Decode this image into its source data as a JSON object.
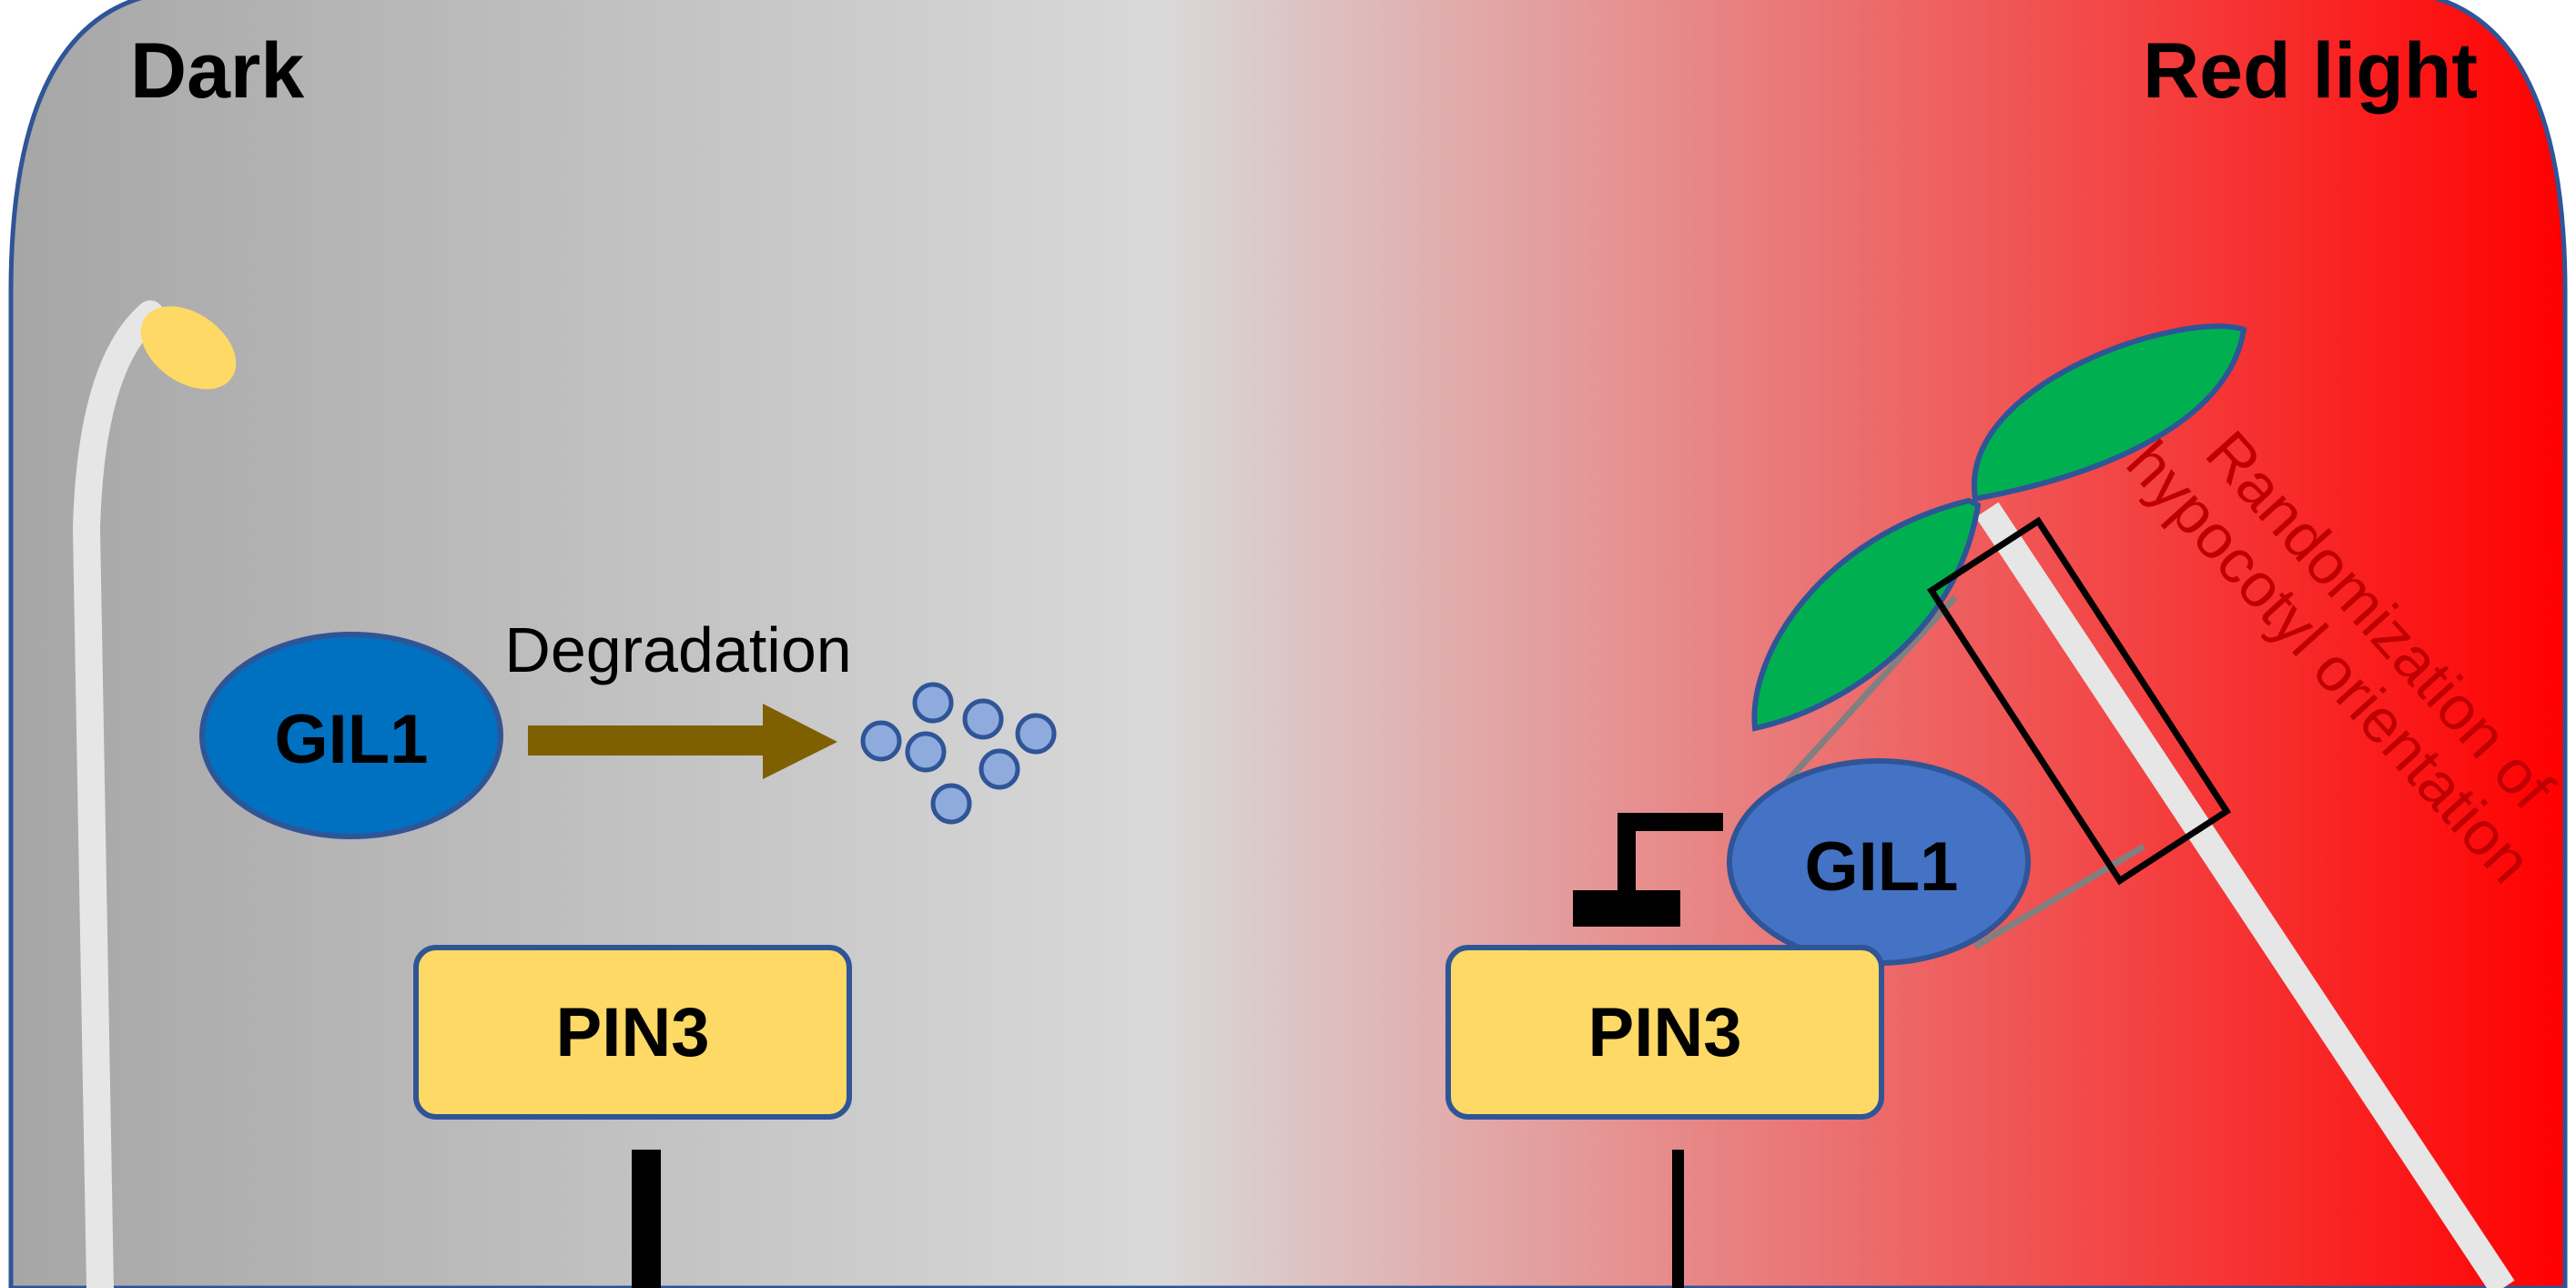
{
  "panels": {
    "dark": {
      "title": "Dark"
    },
    "red_light": {
      "title": "Red light"
    }
  },
  "dark_panel": {
    "protein_label": "GIL1",
    "process_label": "Degradation",
    "transporter_label": "PIN3"
  },
  "red_panel": {
    "protein_label": "GIL1",
    "transporter_label": "PIN3",
    "annotation_line1": "Randomization of",
    "annotation_line2": "hypocotyl orientation"
  },
  "colors": {
    "gradient_dark": "#a6a6a6",
    "gradient_mid": "#d9d9d9",
    "gradient_red": "#ff0000",
    "border": "#2f5597",
    "gil1_dark_fill": "#0070c0",
    "gil1_red_fill": "#4472c4",
    "pin3_fill": "#ffd966",
    "arrow": "#7f6000",
    "fragments": "#8faadc",
    "cotyledon": "#00b050",
    "seedling_stem": "#e7e6e6",
    "annotation_text": "#c00000"
  }
}
